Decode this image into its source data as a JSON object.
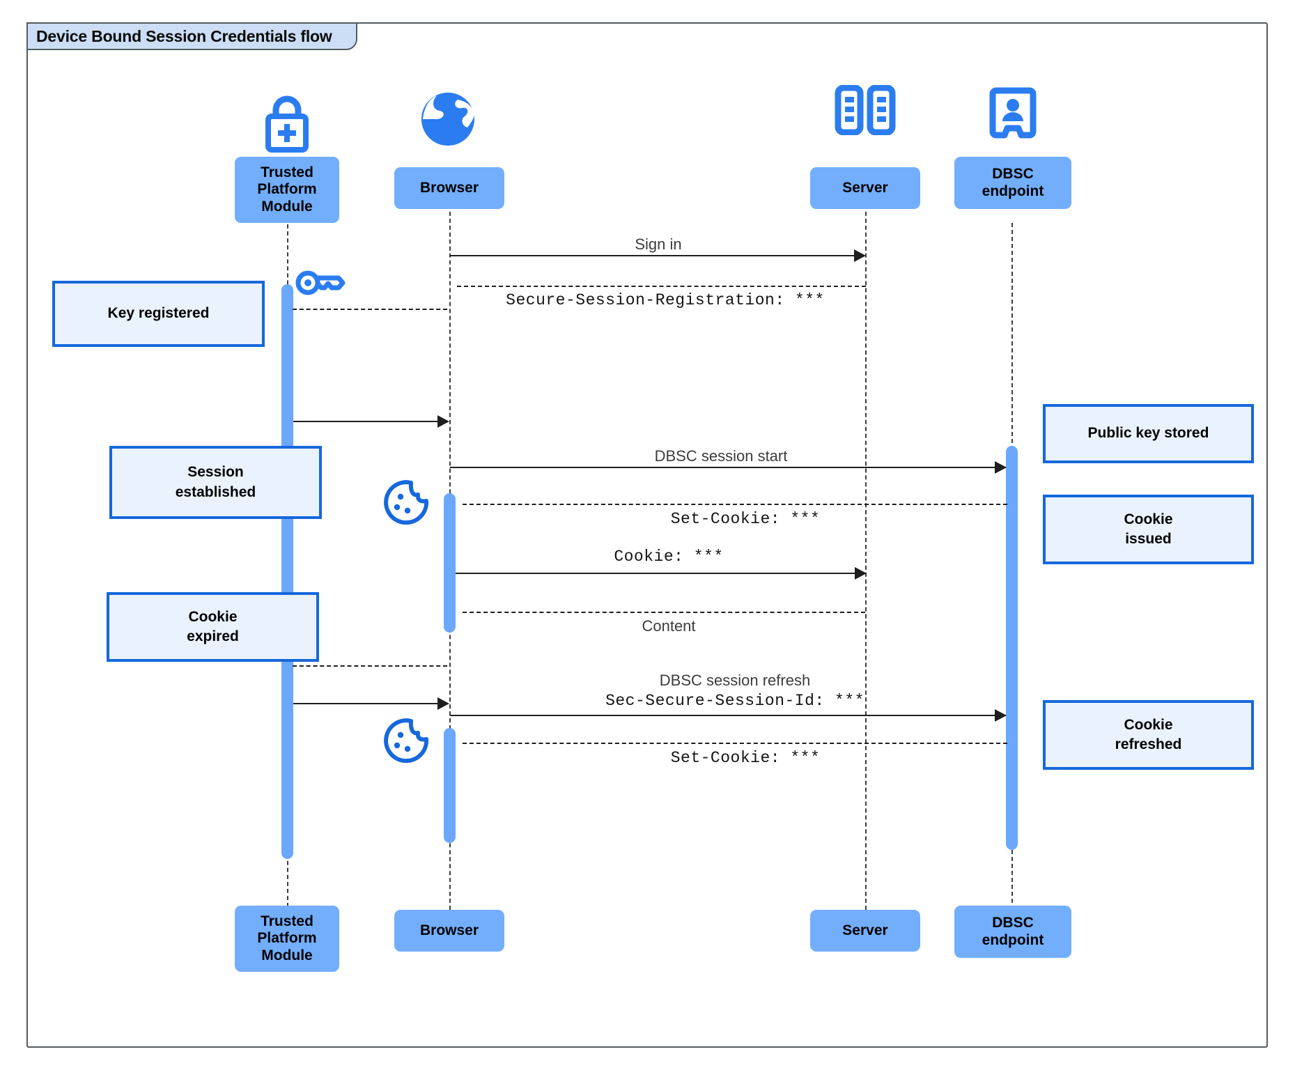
{
  "frame": {
    "title": "Device Bound Session Credentials flow"
  },
  "colors": {
    "participant_fill": "#72AEFC",
    "activation_fill": "#6BA8FB",
    "note_fill": "#EAF2FD",
    "note_border": "#1668DC",
    "icon_blue": "#2B7CF0",
    "frame_border": "#555A5E",
    "frame_tab_fill": "#CCDEF5",
    "line": "#1E1E1E"
  },
  "participants": [
    {
      "id": "tpm",
      "label": "Trusted\nPlatform\nModule",
      "label_line1": "Trusted",
      "label_line2": "Platform",
      "label_line3": "Module",
      "icon": "lock-plus-icon"
    },
    {
      "id": "browser",
      "label": "Browser",
      "icon": "globe-icon"
    },
    {
      "id": "server",
      "label": "Server",
      "icon": "server-rack-icon"
    },
    {
      "id": "dbsc",
      "label": "DBSC\nendpoint",
      "label_line1": "DBSC",
      "label_line2": "endpoint",
      "icon": "id-badge-icon"
    }
  ],
  "messages": [
    {
      "id": "m1",
      "text": "Sign in",
      "style": "sans",
      "from": "browser",
      "to": "server",
      "arrow": "solid"
    },
    {
      "id": "m2",
      "text": "Secure-Session-Registration: ***",
      "style": "mono",
      "from": "server",
      "to": "browser",
      "arrow": "dashed"
    },
    {
      "id": "m3",
      "text": "",
      "style": "sans",
      "from": "tpm",
      "to": "browser",
      "arrow": "solid"
    },
    {
      "id": "m4",
      "text": "DBSC session start",
      "style": "sans",
      "from": "browser",
      "to": "dbsc",
      "arrow": "solid"
    },
    {
      "id": "m5",
      "text": "Set-Cookie: ***",
      "style": "mono",
      "from": "dbsc",
      "to": "browser",
      "arrow": "dashed"
    },
    {
      "id": "m6",
      "text": "Cookie: ***",
      "style": "mono",
      "from": "browser",
      "to": "server",
      "arrow": "solid"
    },
    {
      "id": "m7",
      "text": "Content",
      "style": "sans",
      "from": "server",
      "to": "browser",
      "arrow": "dashed"
    },
    {
      "id": "m8",
      "text": "",
      "style": "sans",
      "from": "browser",
      "to": "tpm",
      "arrow": "dashed"
    },
    {
      "id": "m9",
      "text": "",
      "style": "sans",
      "from": "tpm",
      "to": "browser",
      "arrow": "solid"
    },
    {
      "id": "m10",
      "text_line1": "DBSC session refresh",
      "text_line2": "Sec-Secure-Session-Id: ***",
      "style": "mixed",
      "from": "browser",
      "to": "dbsc",
      "arrow": "solid"
    },
    {
      "id": "m11",
      "text": "Set-Cookie: ***",
      "style": "mono",
      "from": "dbsc",
      "to": "browser",
      "arrow": "dashed"
    }
  ],
  "notes": [
    {
      "id": "n1",
      "text": "Key registered",
      "side": "left",
      "target": "tpm"
    },
    {
      "id": "n2",
      "text": "Session\nestablished",
      "line1": "Session",
      "line2": "established",
      "side": "left",
      "target": "tpm"
    },
    {
      "id": "n3",
      "text": "Cookie\nexpired",
      "line1": "Cookie",
      "line2": "expired",
      "side": "left",
      "target": "tpm"
    },
    {
      "id": "n4",
      "text": "Public key stored",
      "side": "right",
      "target": "dbsc"
    },
    {
      "id": "n5",
      "text": "Cookie\nissued",
      "line1": "Cookie",
      "line2": "issued",
      "side": "right",
      "target": "dbsc"
    },
    {
      "id": "n6",
      "text": "Cookie\nrefreshed",
      "line1": "Cookie",
      "line2": "refreshed",
      "side": "right",
      "target": "dbsc"
    }
  ],
  "inline_icons": [
    {
      "id": "key1",
      "name": "key-icon",
      "near": "tpm"
    },
    {
      "id": "cookie1",
      "name": "cookie-icon",
      "near": "browser"
    },
    {
      "id": "cookie2",
      "name": "cookie-icon",
      "near": "browser"
    }
  ]
}
